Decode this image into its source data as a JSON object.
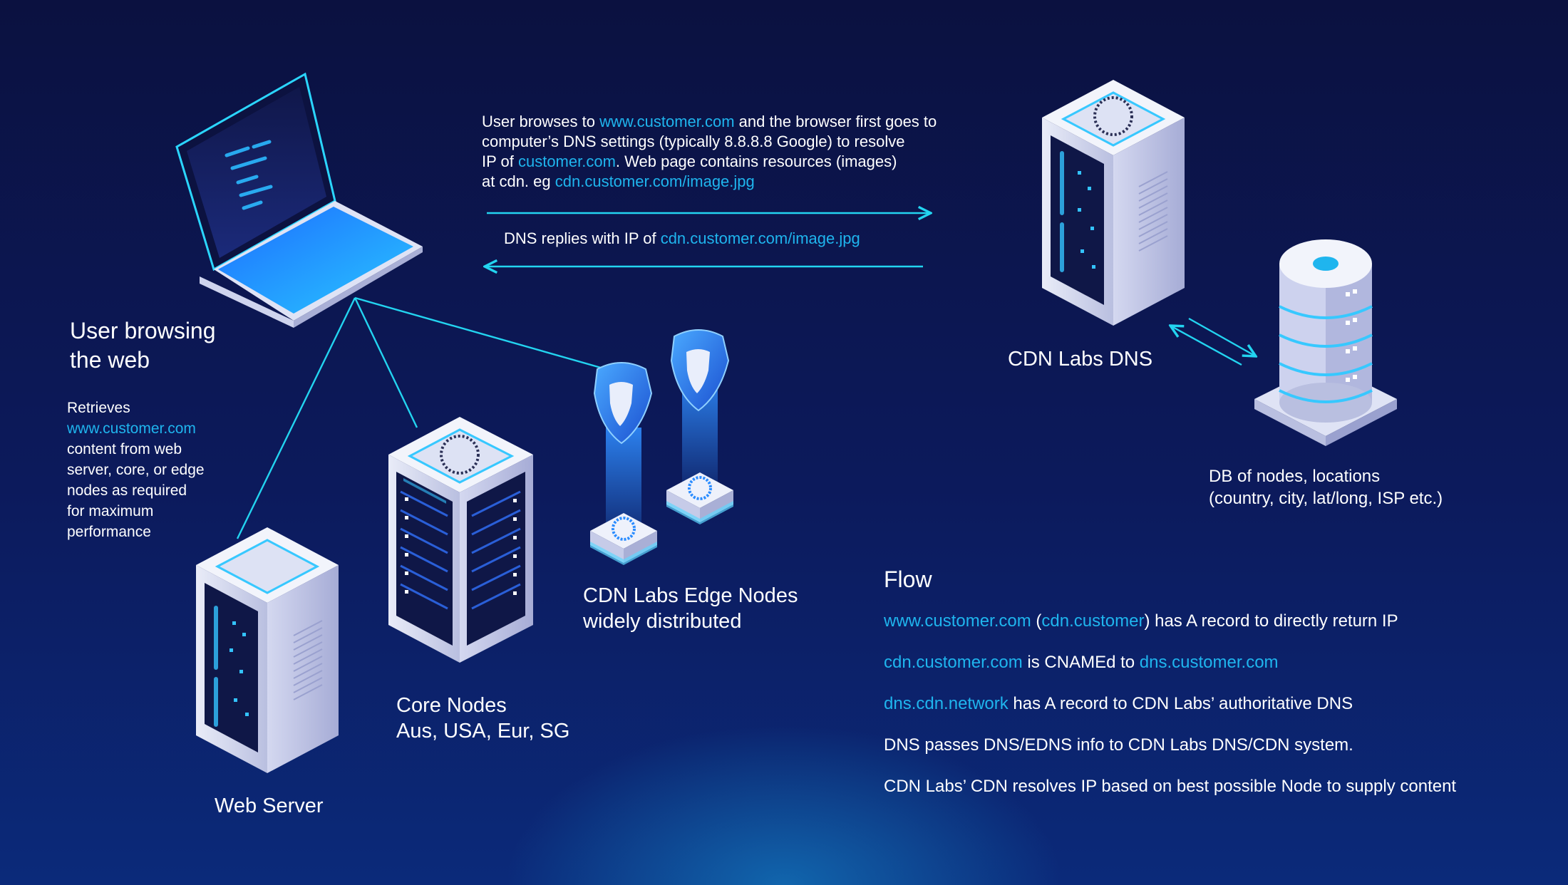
{
  "colors": {
    "background_top": "#0b1140",
    "background_bottom": "#0b2a7a",
    "accent_cyan": "#1fb5ee",
    "connector_cyan": "#23d4f0",
    "text_white": "#ffffff"
  },
  "nodes": {
    "laptop": {
      "icon": "laptop-icon",
      "title_line1": "User browsing",
      "title_line2": "the web"
    },
    "user_note": {
      "line1": "Retrieves",
      "link": "www.customer.com",
      "line3": "content from web",
      "line4": "server, core, or edge",
      "line5": "nodes as required",
      "line6": "for maximum",
      "line7": "performance"
    },
    "web_server": {
      "icon": "server-tower-icon",
      "label": "Web Server"
    },
    "core_nodes": {
      "icon": "server-rack-icon",
      "label_line1": "Core Nodes",
      "label_line2": "Aus, USA, Eur, SG"
    },
    "edge_nodes": {
      "icon": "shield-node-icon",
      "label_line1": "CDN Labs Edge Nodes",
      "label_line2": "widely distributed"
    },
    "cdn_dns": {
      "icon": "server-tower-icon",
      "label": "CDN Labs DNS"
    },
    "database": {
      "icon": "database-icon",
      "label_line1": "DB of nodes, locations",
      "label_line2": "(country, city, lat/long, ISP etc.)"
    }
  },
  "request_note": {
    "l1_a": "User browses to ",
    "l1_link": "www.customer.com",
    "l1_b": " and the browser first goes to",
    "l2": "computer’s DNS settings (typically 8.8.8.8 Google) to resolve",
    "l3_a": "IP of ",
    "l3_link": "customer.com",
    "l3_b": ".  Web page contains resources (images)",
    "l4_a": "at cdn. eg ",
    "l4_link": "cdn.customer.com/image.jpg"
  },
  "reply_note": {
    "a": "DNS replies with IP of ",
    "link": "cdn.customer.com/image.jpg"
  },
  "flow": {
    "title": "Flow",
    "step1": {
      "link1": "www.customer.com",
      "p1": " (",
      "link2": "cdn.customer",
      "p2": ") has A record to directly return IP"
    },
    "step2": {
      "link1": "cdn.customer.com",
      "p1": " is CNAMEd to ",
      "link2": "dns.customer.com"
    },
    "step3": {
      "link1": "dns.cdn.network",
      "p1": " has A record to CDN Labs’ authoritative DNS"
    },
    "step4": {
      "text": "DNS passes DNS/EDNS info to CDN Labs DNS/CDN system."
    },
    "step5": {
      "text": "CDN Labs’ CDN resolves IP based on best possible Node to supply content"
    }
  }
}
